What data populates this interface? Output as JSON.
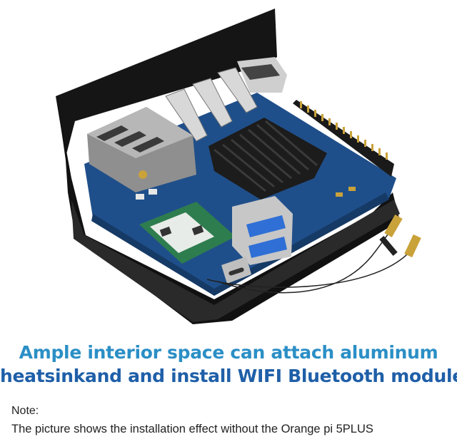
{
  "headline": {
    "line1": "Ample interior space can attach aluminum",
    "line2": "heatsinkand and install WIFI Bluetooth module",
    "color_line1": "#2b8fc6",
    "color_line2": "#1f5fa8"
  },
  "note": {
    "title": "Note:",
    "text": "The picture shows the installation effect without the Orange pi 5PLUS"
  },
  "colors": {
    "pcb": "#1f4f8a",
    "case": "#141414",
    "heatsink": "#1a1a1a",
    "antenna": "#c9a23a"
  }
}
